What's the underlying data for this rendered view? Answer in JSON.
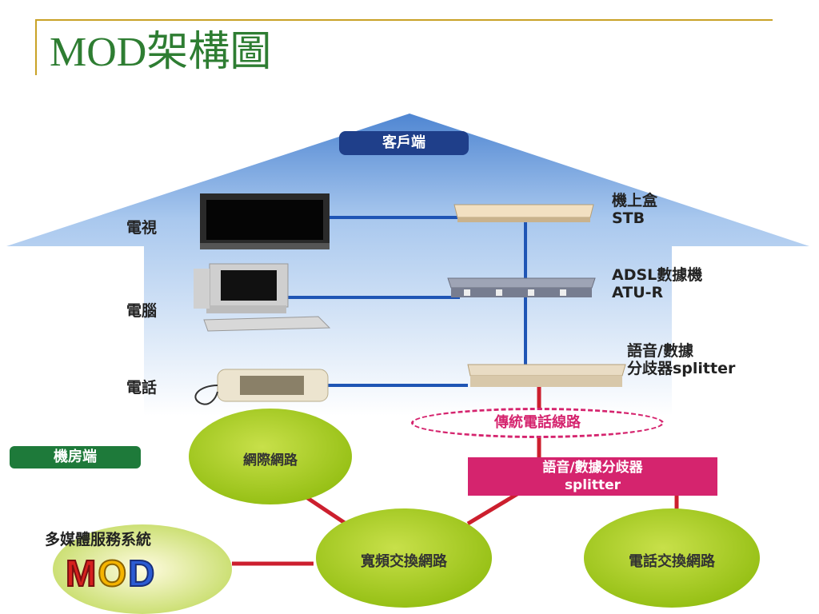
{
  "slide": {
    "title": "MOD架構圖"
  },
  "client_side": {
    "header": "客戶端",
    "devices": {
      "tv": "電視",
      "pc": "電腦",
      "phone": "電話"
    },
    "equipment": {
      "stb_line1": "機上盒",
      "stb_line2": "STB",
      "modem_line1": "ADSL數據機",
      "modem_line2": "ATU-R",
      "splitter_line1": "語音/數據",
      "splitter_line2": "分歧器splitter"
    }
  },
  "link": {
    "traditional_line": "傳統電話線路"
  },
  "server_side": {
    "header": "機房端",
    "internet": "網際網路",
    "broadband": "寬頻交換網路",
    "telephone_network": "電話交換網路",
    "splitter_box_line1": "語音/數據分歧器",
    "splitter_box_line2": "splitter",
    "multimedia": "多媒體服務系統",
    "mod_logo": [
      "M",
      "O",
      "D"
    ]
  },
  "colors": {
    "title": "#2e7d32",
    "rule": "#c9a227",
    "house": "#5b8fd6",
    "client_line": "#1f55b5",
    "server_line": "#cc1f2e",
    "circle": "#a6cc1f",
    "splitter_box": "#d5246e",
    "pill_blue": "#1f3f8a",
    "pill_green": "#1e7a3a"
  }
}
